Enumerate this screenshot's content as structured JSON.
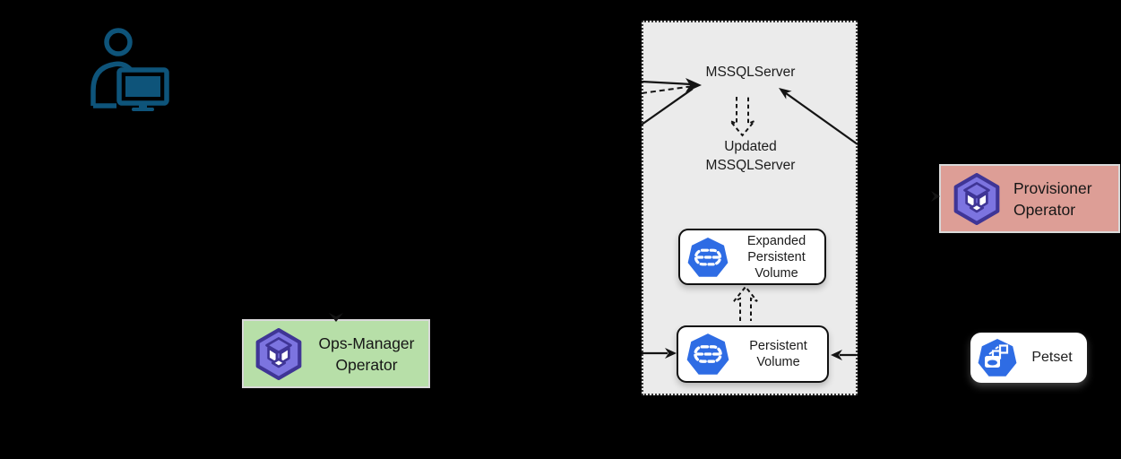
{
  "cluster": {
    "title": "MSSQLServer",
    "updated": {
      "l1": "Updated",
      "l2": "MSSQLServer"
    },
    "expanded_pv": {
      "l1": "Expanded",
      "l2": "Persistent",
      "l3": "Volume"
    },
    "pv": {
      "l1": "Persistent",
      "l2": "Volume"
    }
  },
  "operators": {
    "ops_manager": {
      "l1": "Ops-Manager",
      "l2": "Operator"
    },
    "provisioner": {
      "l1": "Provisioner",
      "l2": "Operator"
    }
  },
  "petset": {
    "label": "Petset"
  },
  "icons": {
    "user": "user-at-computer-icon",
    "operator": "operator-cube-icon",
    "persistent_volume": "persistent-volume-icon",
    "petset": "petset-icon"
  },
  "colors": {
    "background": "#000000",
    "cluster_fill": "#ebebeb",
    "cluster_border": "#383838",
    "k8s_blue": "#2e6ce4",
    "operator_purple": "#7c74e0",
    "operator_purple_dark": "#3f3596",
    "ops_manager_green": "#b7dfa8",
    "provisioner_salmon": "#dd9e96",
    "user_icon_teal": "#0e547a",
    "arrow": "#141414",
    "text": "#1c1c1c"
  }
}
